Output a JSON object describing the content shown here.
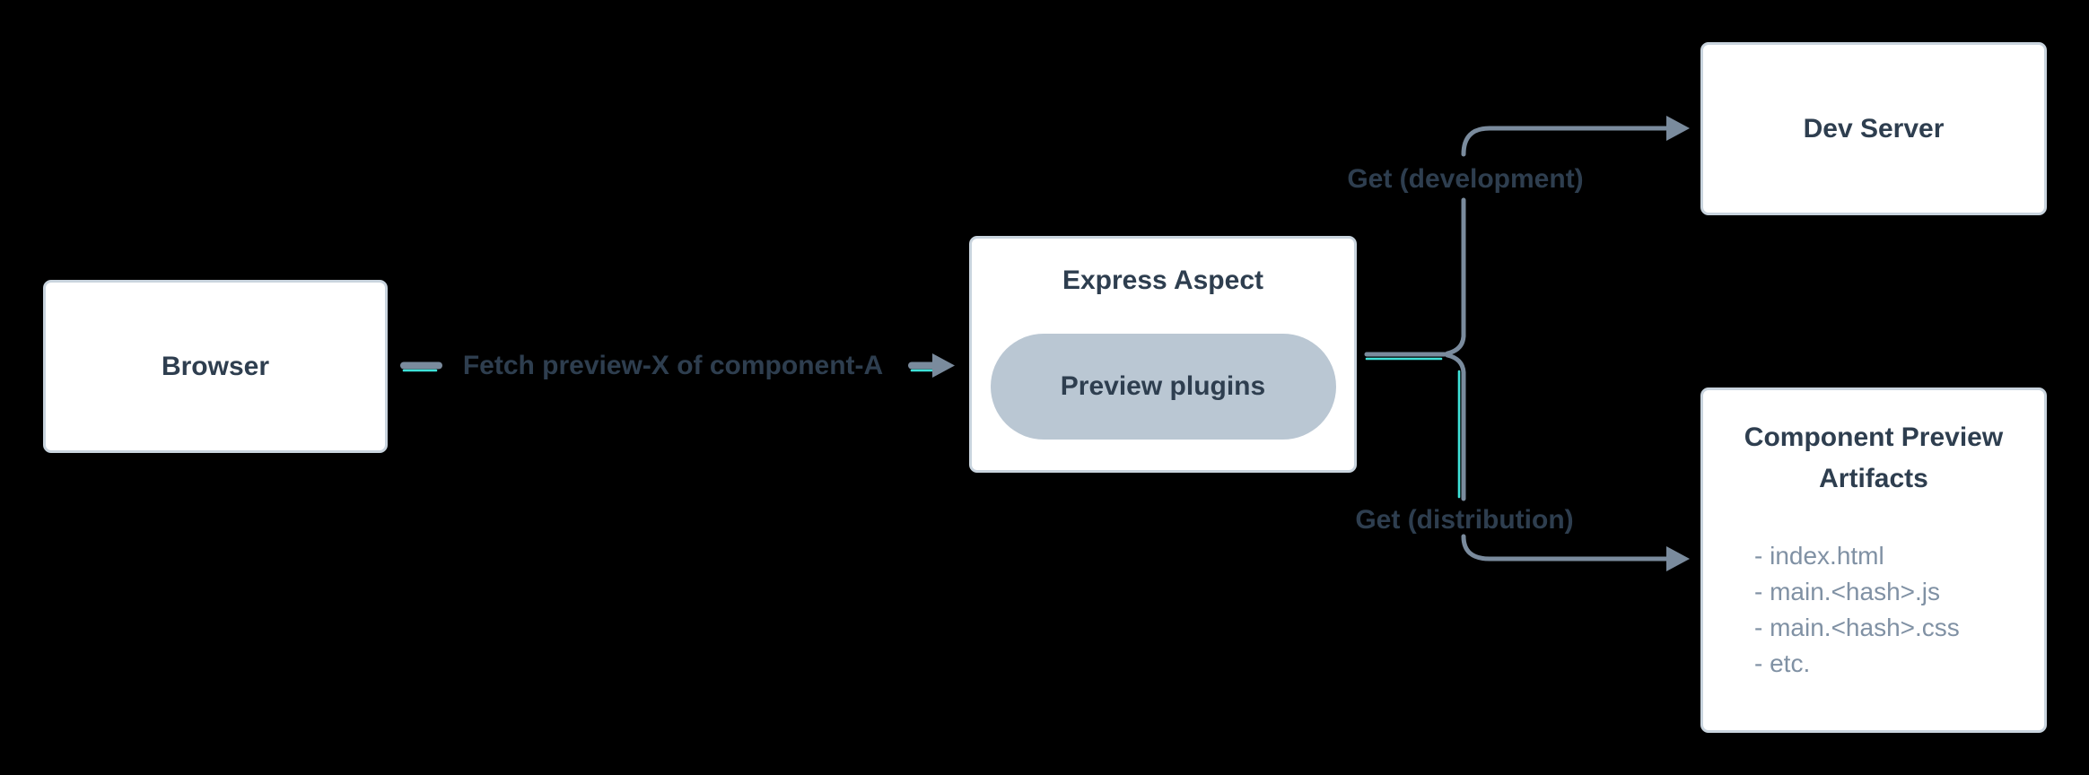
{
  "colors": {
    "background": "#000000",
    "box_fill": "#ffffff",
    "box_border": "#c9d4de",
    "pill_fill": "#bac7d3",
    "text_dark": "#2e3e4f",
    "text_muted": "#8091a4",
    "line_gray": "#7a8b9d",
    "accent_teal": "#3fe2d9"
  },
  "nodes": {
    "browser": {
      "label": "Browser"
    },
    "express": {
      "title": "Express Aspect",
      "pill_label": "Preview plugins"
    },
    "dev_server": {
      "label": "Dev Server"
    },
    "artifacts": {
      "title": "Component Preview Artifacts",
      "items": [
        "- index.html",
        "- main.<hash>.js",
        "- main.<hash>.css",
        "- etc."
      ]
    }
  },
  "edges": {
    "fetch": {
      "label": "Fetch preview-X of component-A"
    },
    "get_development": {
      "label": "Get (development)"
    },
    "get_distribution": {
      "label": "Get (distribution)"
    }
  }
}
